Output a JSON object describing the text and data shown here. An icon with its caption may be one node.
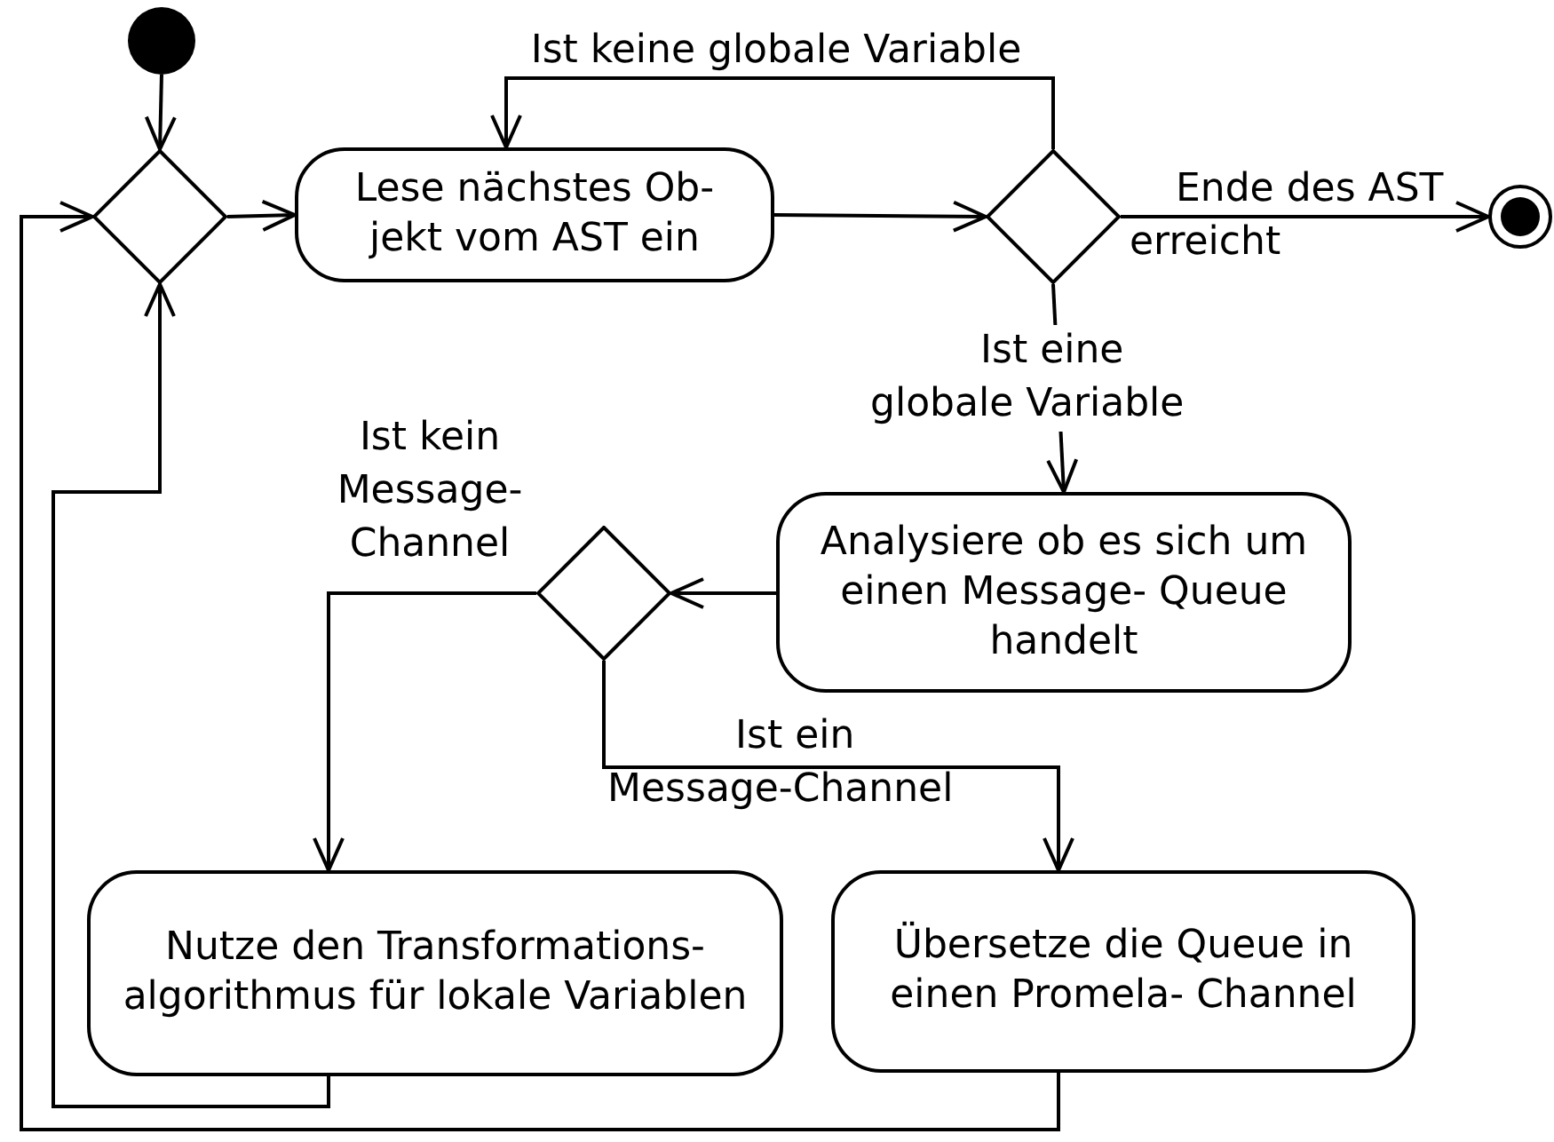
{
  "diagram": {
    "nodes": [
      {
        "text": [],
        "shape": "circle"
      },
      {
        "text": [],
        "shape": "diamond"
      },
      {
        "text": [
          "Lese nächstes Ob- jekt vom AST ein"
        ]
      },
      {
        "text": [],
        "shape": "diamond"
      },
      {
        "text": [],
        "shape": "bullseye"
      },
      {
        "text": [
          "Analysiere ob es sich um einen Message- Queue handelt"
        ]
      },
      {
        "text": [],
        "shape": "diamond"
      },
      {
        "text": [
          "Nutze den Transformations- algorithmus für lokale Variablen"
        ]
      },
      {
        "text": [
          "Übersetze die Queue in einen Promela- Channel"
        ]
      }
    ],
    "edges": [
      {
        "from": 0,
        "to": 1,
        "arrow": "to"
      },
      {
        "from": 1,
        "to": 2,
        "arrow": "to"
      },
      {
        "from": 2,
        "to": 3,
        "arrow": "to"
      },
      {
        "from": 3,
        "to": 2,
        "arrow": "to",
        "label": "Ist keine globale Variable"
      },
      {
        "from": 3,
        "to": 4,
        "arrow": "to",
        "label": "Ende des AST erreicht"
      },
      {
        "from": 3,
        "to": 5,
        "arrow": "to",
        "label": "Ist eine globale Variable"
      },
      {
        "from": 5,
        "to": 6,
        "arrow": "to"
      },
      {
        "from": 6,
        "to": 7,
        "arrow": "to",
        "label": "Ist kein Message-Channel"
      },
      {
        "from": 6,
        "to": 8,
        "arrow": "to",
        "label": "Ist ein Message-Channel"
      },
      {
        "from": 7,
        "to": 1,
        "arrow": "to"
      },
      {
        "from": 8,
        "to": 1,
        "arrow": "to"
      }
    ]
  }
}
